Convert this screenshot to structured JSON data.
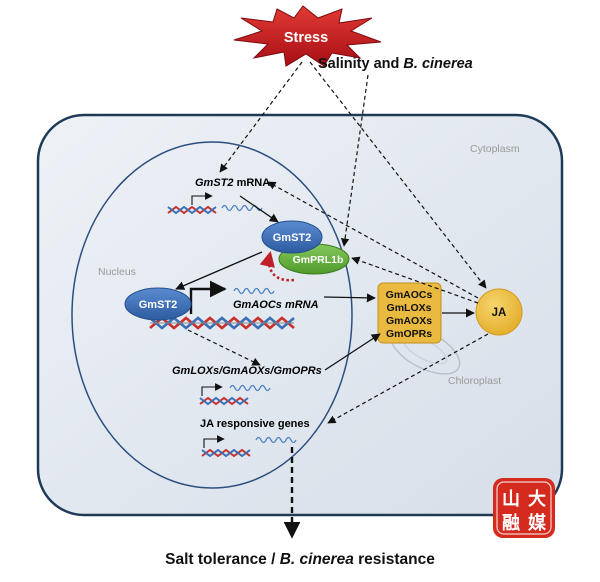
{
  "stress": {
    "label": "Stress",
    "color": "#c8161d"
  },
  "stimuli": {
    "prefix": "Salinity and ",
    "pathogen": "B. cinerea"
  },
  "compartments": {
    "cytoplasm": "Cytoplasm",
    "nucleus": "Nucleus",
    "chloroplast": "Chloroplast"
  },
  "transcripts": {
    "gmst2_gene": "GmST2",
    "gmst2_suffix": " mRNA",
    "gmaocs": "GmAOCs mRNA",
    "gmlox_group": "GmLOXs/GmAOXs/GmOPRs",
    "ja_responsive": "JA responsive genes"
  },
  "proteins": {
    "gmst2_complex": "GmST2",
    "gmprl1b": "GmPRL1b",
    "gmst2_promoter": "GmST2"
  },
  "enzymes": [
    "GmAOCs",
    "GmLOXs",
    "GmAOXs",
    "GmOPRs"
  ],
  "hormone": "JA",
  "outcome": {
    "prefix": "Salt tolerance / ",
    "pathogen": "B. cinerea",
    "suffix": " resistance"
  },
  "logo": {
    "chars": [
      "山",
      "大",
      "融",
      "媒"
    ]
  },
  "colors": {
    "gmst2": "#3f6fb6",
    "gmprl1b": "#6db33f",
    "enzyme_box": "#e9b940",
    "ja": "#efc23f",
    "cell_fill": "#dfe6ee",
    "cell_stroke": "#1f3a57",
    "feedback": "#c0202a"
  }
}
